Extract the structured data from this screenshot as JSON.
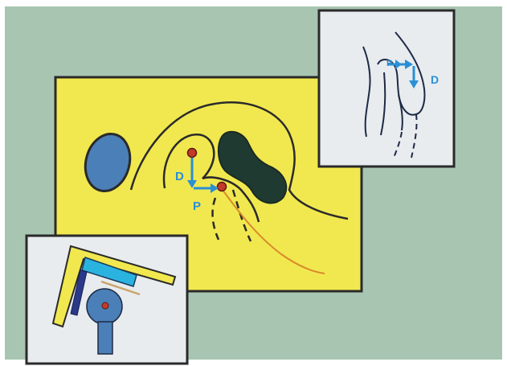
{
  "colors": {
    "background": "#a8c5b1",
    "yellow_panel": "#f1e84f",
    "inset_bg": "#e8ecef",
    "outline": "#2a2a2a",
    "blue_shape": "#4b7fb8",
    "dark_shape": "#1f3a31",
    "red_dot": "#c43a2a",
    "arrow_blue": "#2b8fd6",
    "orange_line": "#d98a2a",
    "cyan_bar": "#2bb3e0",
    "navy_bar": "#2a3a8a",
    "tan_line": "#c9a56a"
  },
  "labels": {
    "main_d": "D",
    "main_p": "P",
    "inset_p": "P",
    "inset_d": "D"
  }
}
